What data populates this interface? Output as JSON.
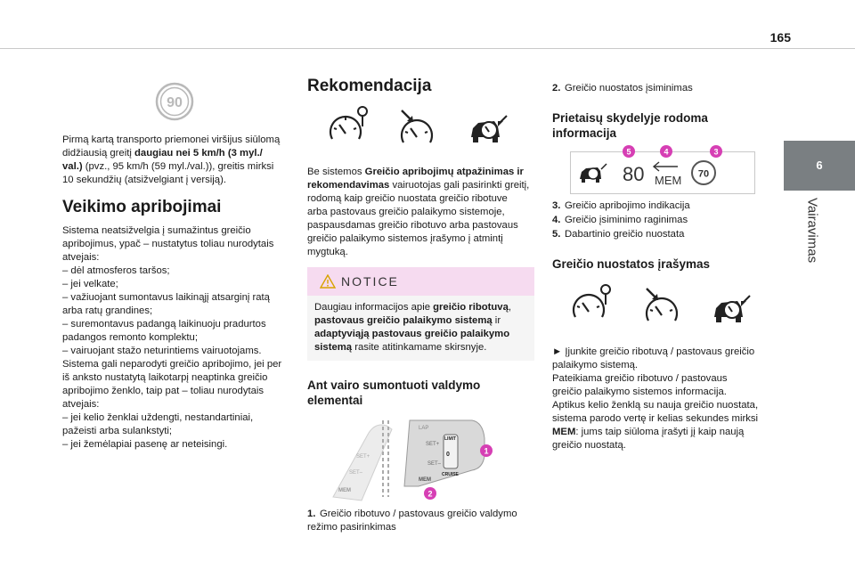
{
  "page_number": "165",
  "side_tab": {
    "number": "6",
    "title": "Vairavimas"
  },
  "speed_badge": "90",
  "col1": {
    "intro": [
      {
        "t": "Pirmą kartą transporto priemonei viršijus siūlomą didžiausią greitį ",
        "b": false
      },
      {
        "t": "daugiau nei 5 km/h (3 myl./ val.)",
        "b": true
      },
      {
        "t": " (pvz., 95 km/h (59 myl./val.)), greitis mirksi 10 sekundžių (atsižvelgiant į versiją).",
        "b": false
      }
    ],
    "heading": "Veikimo apribojimai",
    "lines": [
      "Sistema neatsižvelgia į sumažintus greičio apribojimus, ypač – nustatytus toliau nurodytais atvejais:",
      "–  dėl atmosferos taršos;",
      "–  jei velkate;",
      "–  važiuojant sumontavus laikinąjį atsarginį ratą arba ratų grandines;",
      "–  suremontavus padangą laikinuoju pradurtos padangos remonto komplektu;",
      "–  vairuojant stažo neturintiems vairuotojams.",
      "Sistema gali neparodyti greičio apribojimo, jei per iš anksto nustatytą laikotarpį neaptinka greičio apribojimo ženklo, taip pat – toliau nurodytais atvejais:",
      "–  jei kelio ženklai uždengti, nestandartiniai, pažeisti arba sulankstyti;",
      "–  jei žemėlapiai pasenę ar neteisingi."
    ]
  },
  "col2": {
    "heading": "Rekomendacija",
    "para": [
      {
        "t": "Be sistemos ",
        "b": false
      },
      {
        "t": "Greičio apribojimų atpažinimas ir rekomendavimas",
        "b": true
      },
      {
        "t": " vairuotojas gali pasirinkti greitį, rodomą kaip greičio nuostata greičio ribotuve arba pastovaus greičio palaikymo sistemoje, paspausdamas greičio ribotuvo arba pastovaus greičio palaikymo sistemos įrašymo į atmintį mygtuką.",
        "b": false
      }
    ],
    "notice_title": "NOTICE",
    "notice": [
      {
        "t": "Daugiau informacijos apie ",
        "b": false
      },
      {
        "t": "greičio ribotuvą",
        "b": true
      },
      {
        "t": ", ",
        "b": false
      },
      {
        "t": "pastovaus greičio palaikymo sistemą",
        "b": true
      },
      {
        "t": " ir ",
        "b": false
      },
      {
        "t": "adaptyviąją pastovaus greičio palaikymo sistemą",
        "b": true
      },
      {
        "t": " rasite atitinkamame skirsnyje.",
        "b": false
      }
    ],
    "sub_heading": "Ant vairo sumontuoti valdymo elementai",
    "stalk_labels": {
      "lap": "LAP",
      "set_plus": "SET+",
      "set_minus": "SET–",
      "mem": "MEM",
      "limit": "LIMIT",
      "cruise": "CRUISE",
      "off": "0"
    },
    "callouts": [
      "1",
      "2"
    ],
    "item1_num": "1.",
    "item1": "Greičio ribotuvo / pastovaus greičio valdymo režimo pasirinkimas"
  },
  "col3": {
    "item2_num": "2.",
    "item2": "Greičio nuostatos įsiminimas",
    "heading1": "Prietaisų skydelyje rodoma informacija",
    "display": {
      "speed": "80",
      "mem": "MEM",
      "limit": "70",
      "callouts": [
        "5",
        "4",
        "3"
      ]
    },
    "list": [
      {
        "n": "3.",
        "t": "Greičio apribojimo indikacija"
      },
      {
        "n": "4.",
        "t": "Greičio įsiminimo raginimas"
      },
      {
        "n": "5.",
        "t": "Dabartinio greičio nuostata"
      }
    ],
    "heading2": "Greičio nuostatos įrašymas",
    "para": [
      {
        "t": "►  Įjunkite greičio ribotuvą / pastovaus greičio palaikymo sistemą.",
        "b": false
      },
      {
        "t": "Pateikiama greičio ribotuvo / pastovaus greičio palaikymo sistemos informacija.",
        "b": false
      },
      {
        "t": "Aptikus kelio ženklą su nauja greičio nuostata, sistema parodo vertę ir kelias sekundes mirksi ",
        "b": false
      },
      {
        "t": "MEM",
        "b": true
      },
      {
        "t": ": jums taip siūloma įrašyti jį kaip naują greičio nuostatą.",
        "b": false
      }
    ]
  },
  "colors": {
    "callout": "#d63fb4",
    "tab": "#7a7f82",
    "notice_head": "#f6dbf0"
  }
}
